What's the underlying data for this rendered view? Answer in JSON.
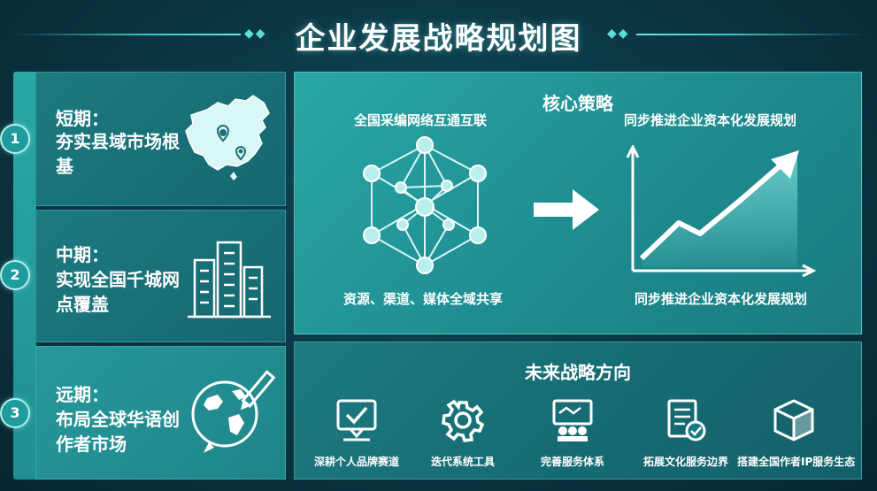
{
  "header": {
    "title": "企业发展战略规划图",
    "left_ornament": "◆◆",
    "right_ornament": "◆◆"
  },
  "phases": [
    {
      "number": "1",
      "label": "短期：",
      "desc": "夯实县域市场根基",
      "icon": "china-map-icon"
    },
    {
      "number": "2",
      "label": "中期：",
      "desc": "实现全国千城网点覆盖",
      "icon": "city-buildings-icon"
    },
    {
      "number": "3",
      "label": "远期：",
      "desc": "布局全球华语创作者市场",
      "icon": "globe-pen-icon"
    }
  ],
  "core_strategy": {
    "title": "核心策略",
    "network_title": "全国采编网络互通互联",
    "network_caption": "资源、渠道、媒体全域共享",
    "growth_title": "同步推进企业资本化发展规划",
    "growth_caption": "同步推进企业资本化发展规划"
  },
  "future": {
    "title": "未来战略方向",
    "items": [
      {
        "label": "深耕个人品牌赛道",
        "icon": "monitor-check-icon"
      },
      {
        "label": "迭代系统工具",
        "icon": "gear-icon"
      },
      {
        "label": "完善服务体系",
        "icon": "service-system-icon"
      },
      {
        "label": "拓展文化服务边界",
        "icon": "document-check-icon"
      },
      {
        "label": "搭建全国作者IP服务生态",
        "icon": "cube-icon"
      }
    ]
  },
  "colors": {
    "background": "#0b3542",
    "accent": "#3ec9c4",
    "panel": "#1e8c90",
    "text": "#ffffff"
  }
}
